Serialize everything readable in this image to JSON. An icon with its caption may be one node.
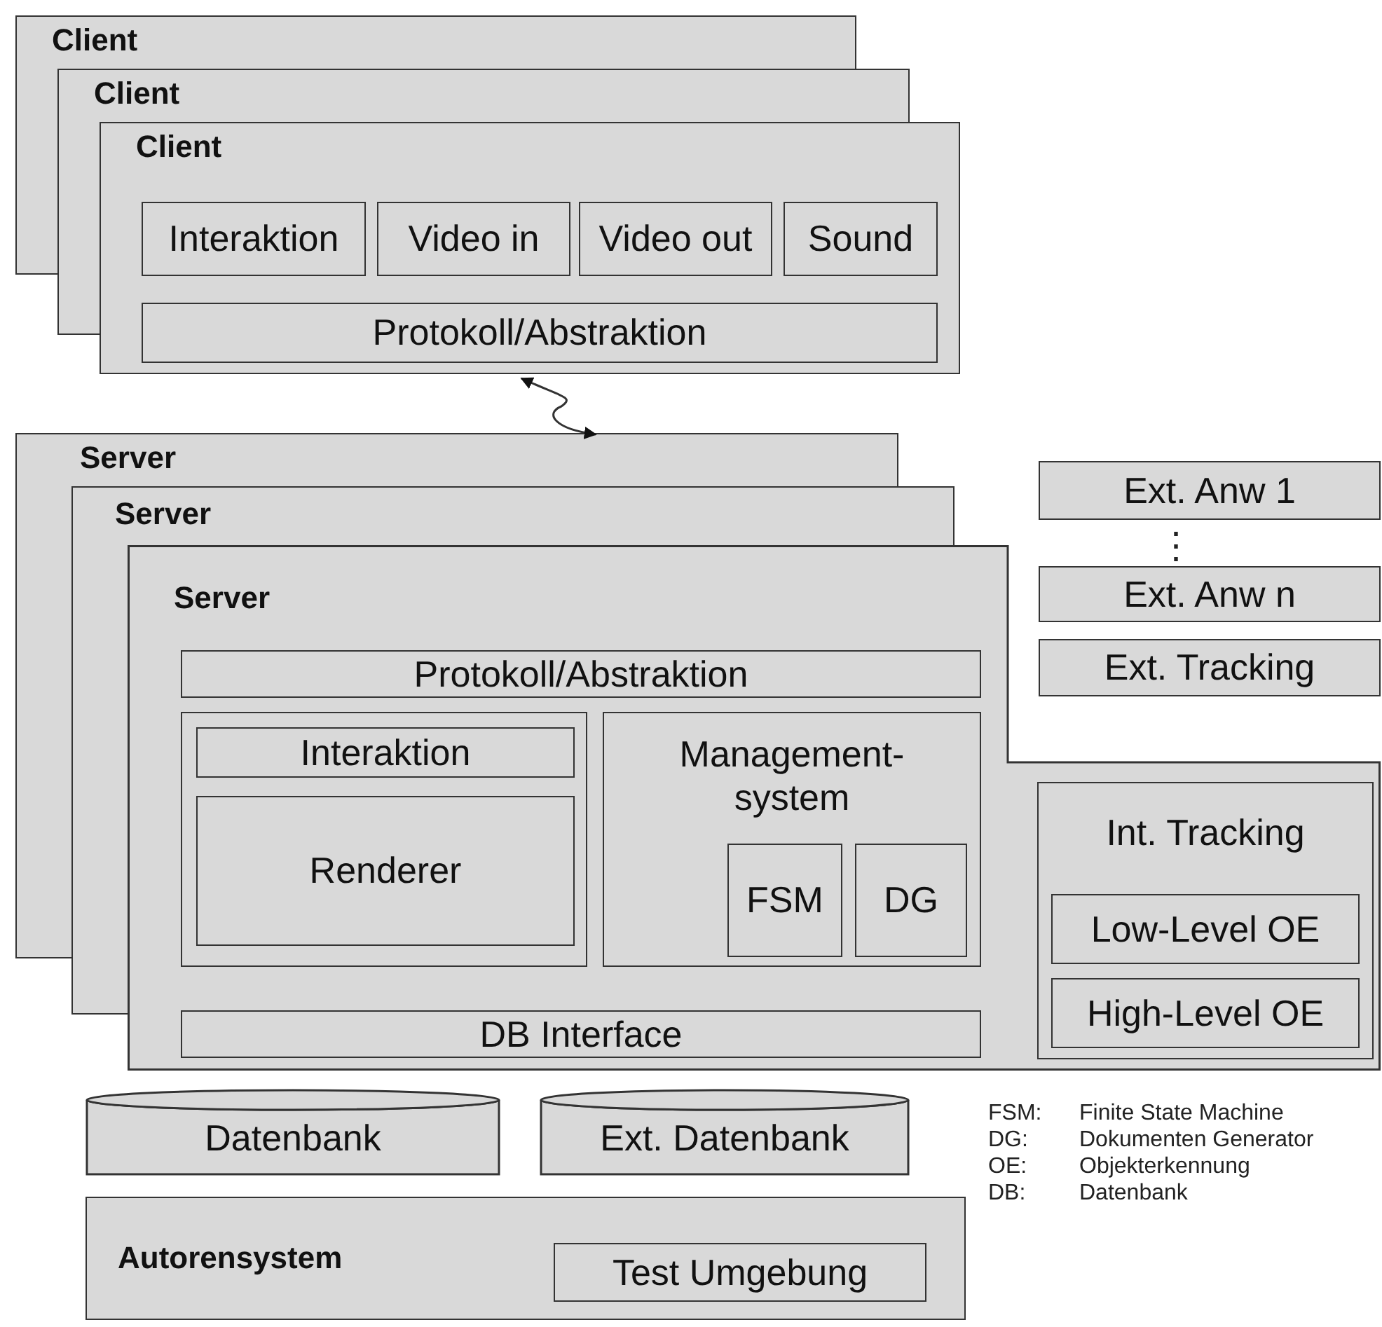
{
  "diagram": {
    "nodes": [
      {
        "text": [
          "Client"
        ]
      },
      {
        "text": [
          "Client"
        ]
      },
      {
        "text": [
          "Client"
        ]
      },
      {
        "text": [
          "Interaktion"
        ],
        "in": 2
      },
      {
        "text": [
          "Video in"
        ],
        "in": 2
      },
      {
        "text": [
          "Video out"
        ],
        "in": 2
      },
      {
        "text": [
          "Sound"
        ],
        "in": 2
      },
      {
        "text": [
          "Protokoll/Abstraktion"
        ],
        "in": 2
      },
      {
        "text": [
          "Server"
        ]
      },
      {
        "text": [
          "Server"
        ]
      },
      {
        "text": [
          "Server"
        ]
      },
      {
        "text": [
          "Protokoll/Abstraktion"
        ],
        "in": 10
      },
      {
        "text": [],
        "shape": "box",
        "in": 10
      },
      {
        "text": [
          "Interaktion"
        ],
        "in": 12
      },
      {
        "text": [
          "Renderer"
        ],
        "in": 12
      },
      {
        "text": [
          "Management- system"
        ],
        "in": 10
      },
      {
        "text": [
          "FSM"
        ],
        "in": 15
      },
      {
        "text": [
          "DG"
        ],
        "in": 15
      },
      {
        "text": [
          "DB Interface"
        ],
        "in": 10
      },
      {
        "text": [
          "Ext. Anw 1"
        ]
      },
      {
        "text": [
          "Ext. Anw n"
        ]
      },
      {
        "text": [
          "Ext. Tracking"
        ]
      },
      {
        "text": [
          "Int. Tracking"
        ],
        "in": 10
      },
      {
        "text": [
          "Low-Level OE"
        ],
        "in": 22
      },
      {
        "text": [
          "High-Level OE"
        ],
        "in": 22
      },
      {
        "text": [
          "Datenbank"
        ]
      },
      {
        "text": [
          "Ext. Datenbank"
        ]
      },
      {
        "text": [
          "Autorensystem"
        ]
      },
      {
        "text": [
          "Test Umgebung"
        ],
        "in": 27
      }
    ],
    "edges": [
      {
        "from": 2,
        "to": 8,
        "arrow": "both"
      }
    ],
    "labels": [
      "⋮",
      "FSM:",
      "Finite State Machine",
      "DG:",
      "Dokumenten Generator",
      "OE:",
      "Objekterkennung",
      "DB:",
      "Datenbank"
    ]
  }
}
